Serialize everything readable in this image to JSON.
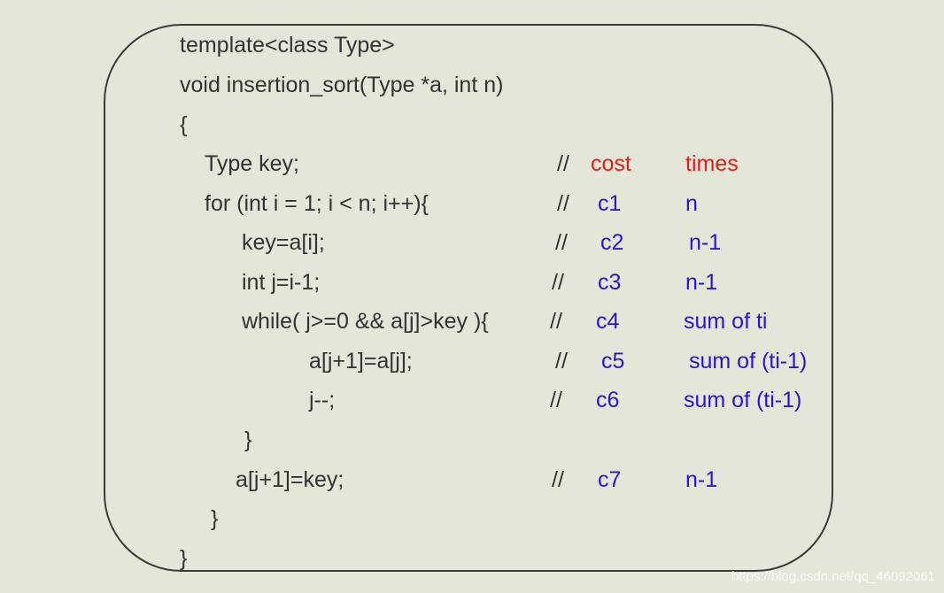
{
  "code_lines": [
    "template<class Type>",
    "void insertion_sort(Type *a, int n)",
    "{",
    "Type key;",
    "for (int i = 1; i < n; i++){",
    "key=a[i];",
    "int j=i-1;",
    "while( j>=0 && a[j]>key ){",
    "a[j+1]=a[j];",
    "j--;",
    "}",
    "a[j+1]=key;",
    "}",
    "}"
  ],
  "comment_marker": "//",
  "header": {
    "cost": "cost",
    "times": "times"
  },
  "rows": [
    {
      "cost": "c1",
      "times": "n"
    },
    {
      "cost": "c2",
      "times": "n-1"
    },
    {
      "cost": "c3",
      "times": "n-1"
    },
    {
      "cost": "c4",
      "times": "sum of ti"
    },
    {
      "cost": "c5",
      "times": "sum of (ti-1)"
    },
    {
      "cost": "c6",
      "times": "sum of (ti-1)"
    },
    {
      "cost": "c7",
      "times": "n-1"
    }
  ],
  "watermark": "https://blog.csdn.net/qq_46092061",
  "colors": {
    "background": "#e4e6d8",
    "code_text": "#333333",
    "header_red": "#e0201c",
    "annotation_blue": "#2a14d6"
  }
}
